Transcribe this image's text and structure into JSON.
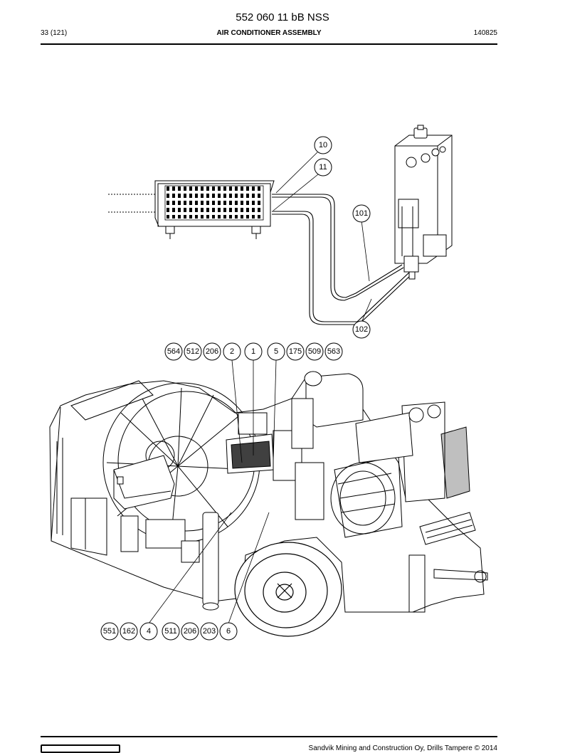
{
  "header": {
    "doc_number": "552 060 11 bB NSS",
    "page": "33 (121)",
    "title": "AIR CONDITIONER ASSEMBLY",
    "date_code": "140825"
  },
  "callouts_upper": [
    "10",
    "11",
    "101",
    "102"
  ],
  "callouts_top_row": [
    "564",
    "512",
    "206",
    "2",
    "1",
    "5",
    "175",
    "509",
    "563"
  ],
  "callouts_bottom_row": [
    "551",
    "162",
    "4",
    "511",
    "206",
    "203",
    "6"
  ],
  "footer": {
    "copyright": "Sandvik Mining and Construction Oy, Drills Tampere © 2014"
  }
}
